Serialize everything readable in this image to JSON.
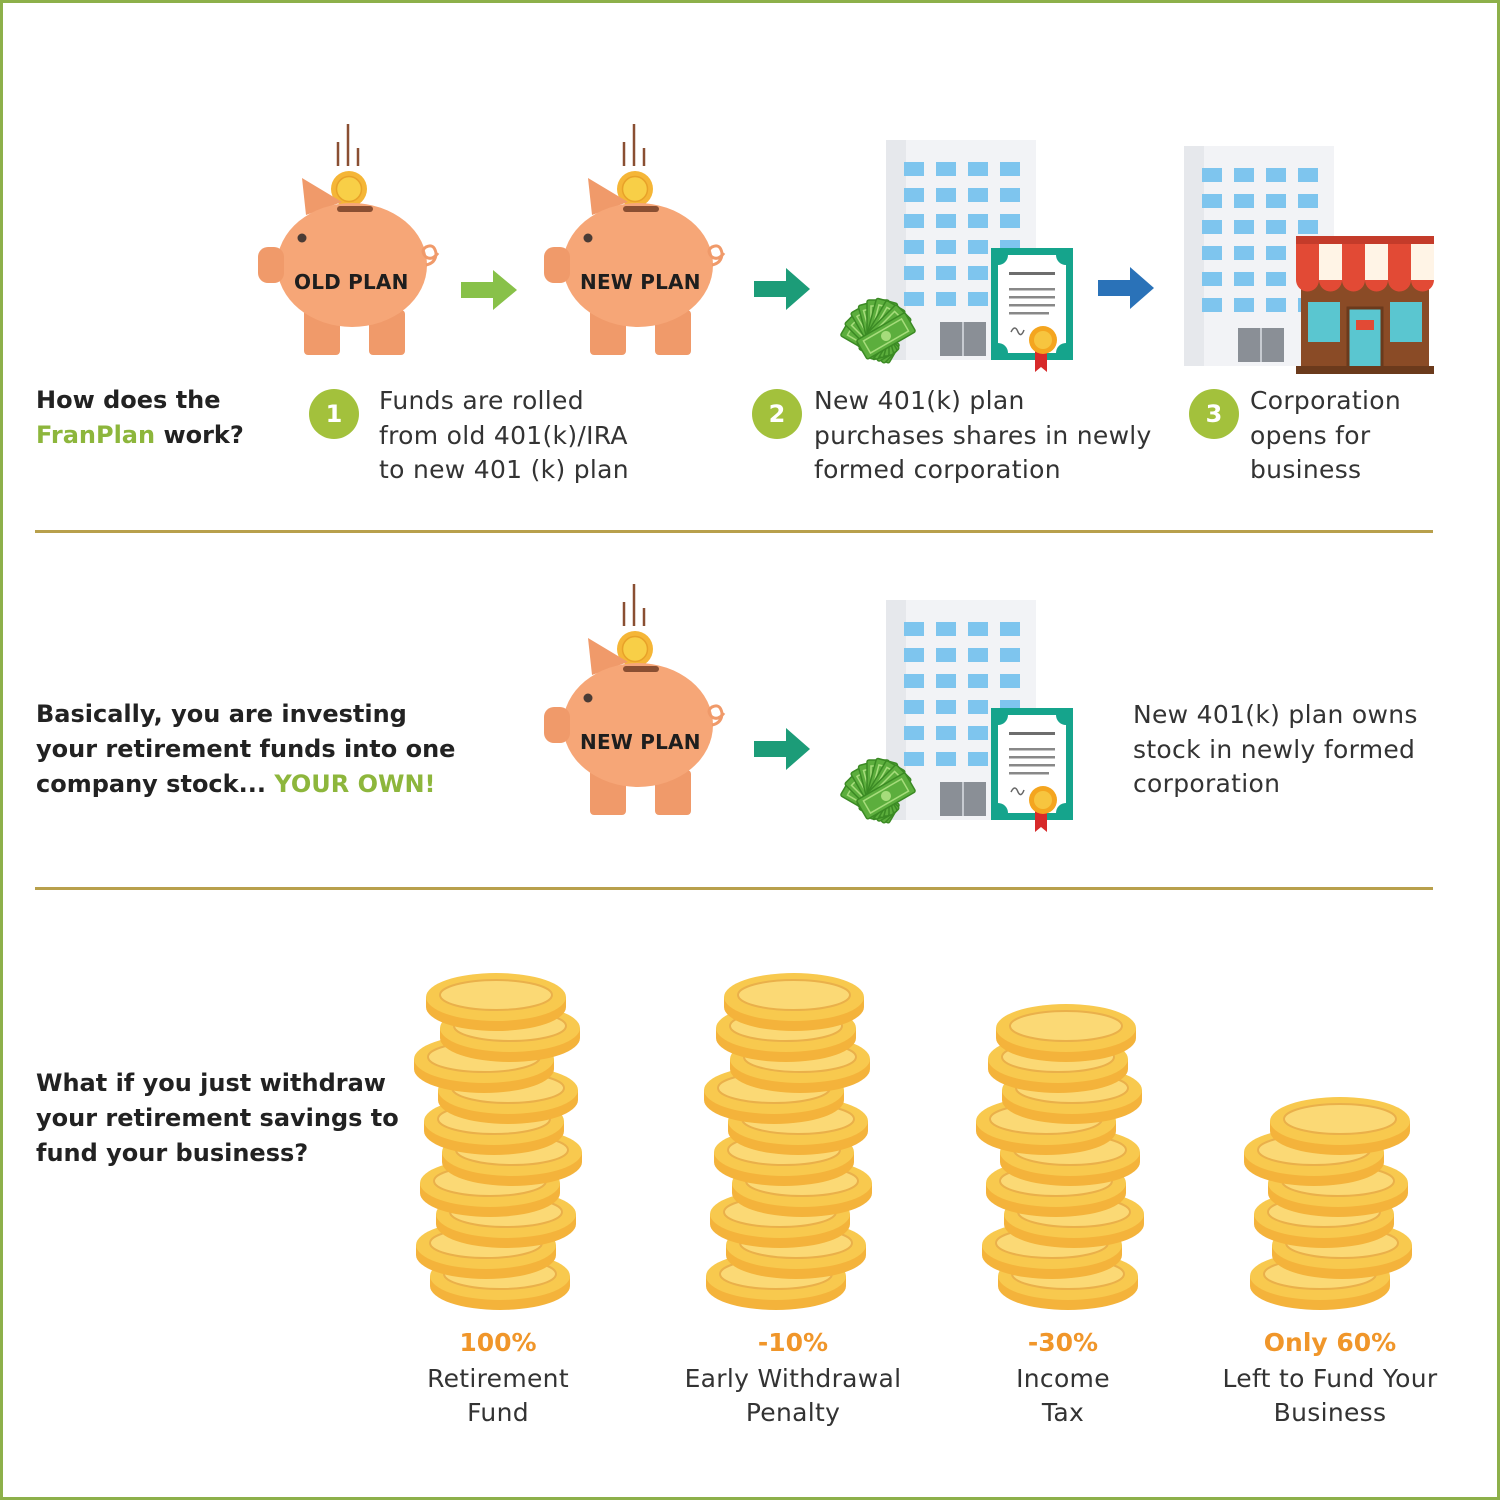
{
  "colors": {
    "frame": "#8db04a",
    "accent_green": "#8db63c",
    "step_circle": "#a3c13c",
    "divider": "#b8a04c",
    "pig": "#f6a677",
    "coin": "#f7c14a",
    "percent": "#f0962a",
    "arrow_green": "#88c149",
    "arrow_teal": "#1c9c78",
    "arrow_blue": "#2a72b8"
  },
  "section1": {
    "question": {
      "prefix": "How does the",
      "brand": "FranPlan",
      "suffix": "work?"
    },
    "pig_old_label": "OLD PLAN",
    "pig_new_label": "NEW PLAN",
    "steps": [
      {
        "number": "1",
        "lines": [
          "Funds are rolled",
          "from old 401(k)/IRA",
          "to new 401 (k) plan"
        ]
      },
      {
        "number": "2",
        "lines": [
          "New 401(k) plan",
          "purchases shares in newly",
          "formed corporation"
        ]
      },
      {
        "number": "3",
        "lines": [
          "Corporation",
          "opens for",
          "business"
        ]
      }
    ]
  },
  "section2": {
    "statement": {
      "line1": "Basically, you are investing",
      "line2": "your retirement funds into one",
      "line3_prefix": "company stock...",
      "line3_highlight": "YOUR OWN!"
    },
    "pig_label": "NEW PLAN",
    "description": [
      "New 401(k) plan owns",
      "stock in newly formed",
      "corporation"
    ]
  },
  "section3": {
    "question": [
      "What if you just withdraw",
      "your retirement savings to",
      "fund your business?"
    ],
    "stacks": [
      {
        "percent": "100%",
        "label": [
          "Retirement",
          "Fund"
        ],
        "coins": 10
      },
      {
        "percent": "-10%",
        "label": [
          "Early Withdrawal",
          "Penalty"
        ],
        "coins": 10
      },
      {
        "percent": "-30%",
        "label": [
          "Income",
          "Tax"
        ],
        "coins": 9
      },
      {
        "percent": "Only 60%",
        "label": [
          "Left to Fund Your",
          "Business"
        ],
        "coins": 6
      }
    ]
  }
}
